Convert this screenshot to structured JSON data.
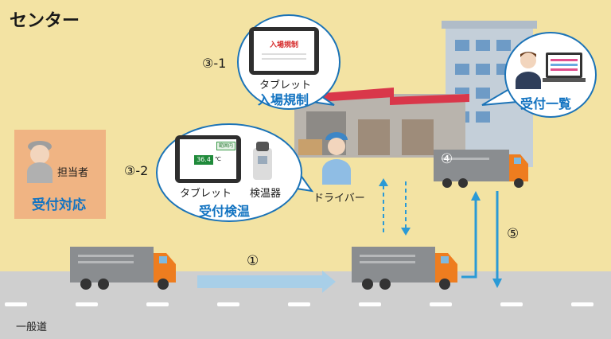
{
  "title": "センター",
  "road_label": "一般道",
  "staff": {
    "role": "担当者",
    "task": "受付対応"
  },
  "step_3_1": {
    "number": "③-1",
    "device": "タブレット",
    "screen_title": "入場規制",
    "caption": "入場規制"
  },
  "step_3_2": {
    "number": "③-2",
    "device1": "タブレット",
    "device2": "検温器",
    "screen_tag": "範囲内",
    "screen_value": "36.4",
    "screen_unit": "℃",
    "caption": "受付検温"
  },
  "driver_label": "ドライバー",
  "reception_list": "受付一覧",
  "step_1": "①",
  "step_4": "④",
  "step_5": "⑤",
  "colors": {
    "accent_blue": "#1273c1",
    "arrow_blue": "#2a9ad6",
    "card_orange": "#f0b483",
    "road_gray": "#cfcfcf",
    "background": "#f3e3a3",
    "truck_orange": "#ee7d1f"
  }
}
